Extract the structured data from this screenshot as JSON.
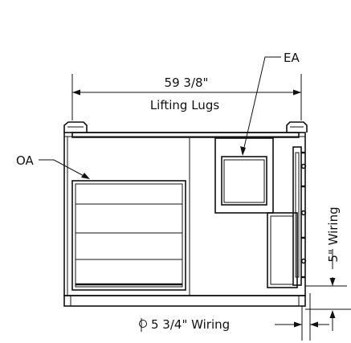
{
  "labels": {
    "ea": "EA",
    "oa": "OA",
    "lifting_dim": "59 3/8\"",
    "lifting_caption": "Lifting Lugs",
    "side_wiring": "5\" Wiring",
    "bottom_wiring": "5 3/4\" Wiring"
  },
  "colors": {
    "line": "#111111",
    "background": "#ffffff"
  }
}
